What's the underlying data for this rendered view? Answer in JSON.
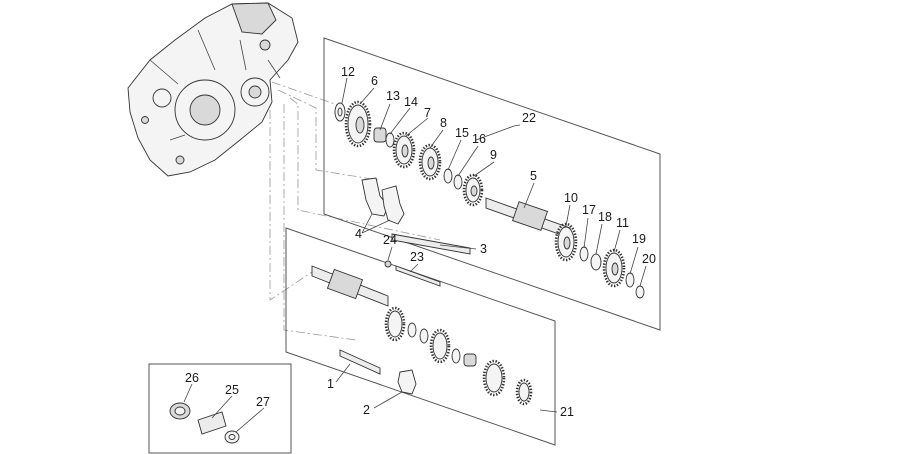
{
  "labels": {
    "p1": "1",
    "p2": "2",
    "p3": "3",
    "p4": "4",
    "p5": "5",
    "p6": "6",
    "p7": "7",
    "p8": "8",
    "p9": "9",
    "p10": "10",
    "p11": "11",
    "p12": "12",
    "p13": "13",
    "p14": "14",
    "p15": "15",
    "p16": "16",
    "p17": "17",
    "p18": "18",
    "p19": "19",
    "p20": "20",
    "p21": "21",
    "p22": "22",
    "p23": "23",
    "p24": "24",
    "p25": "25",
    "p26": "26",
    "p27": "27"
  }
}
